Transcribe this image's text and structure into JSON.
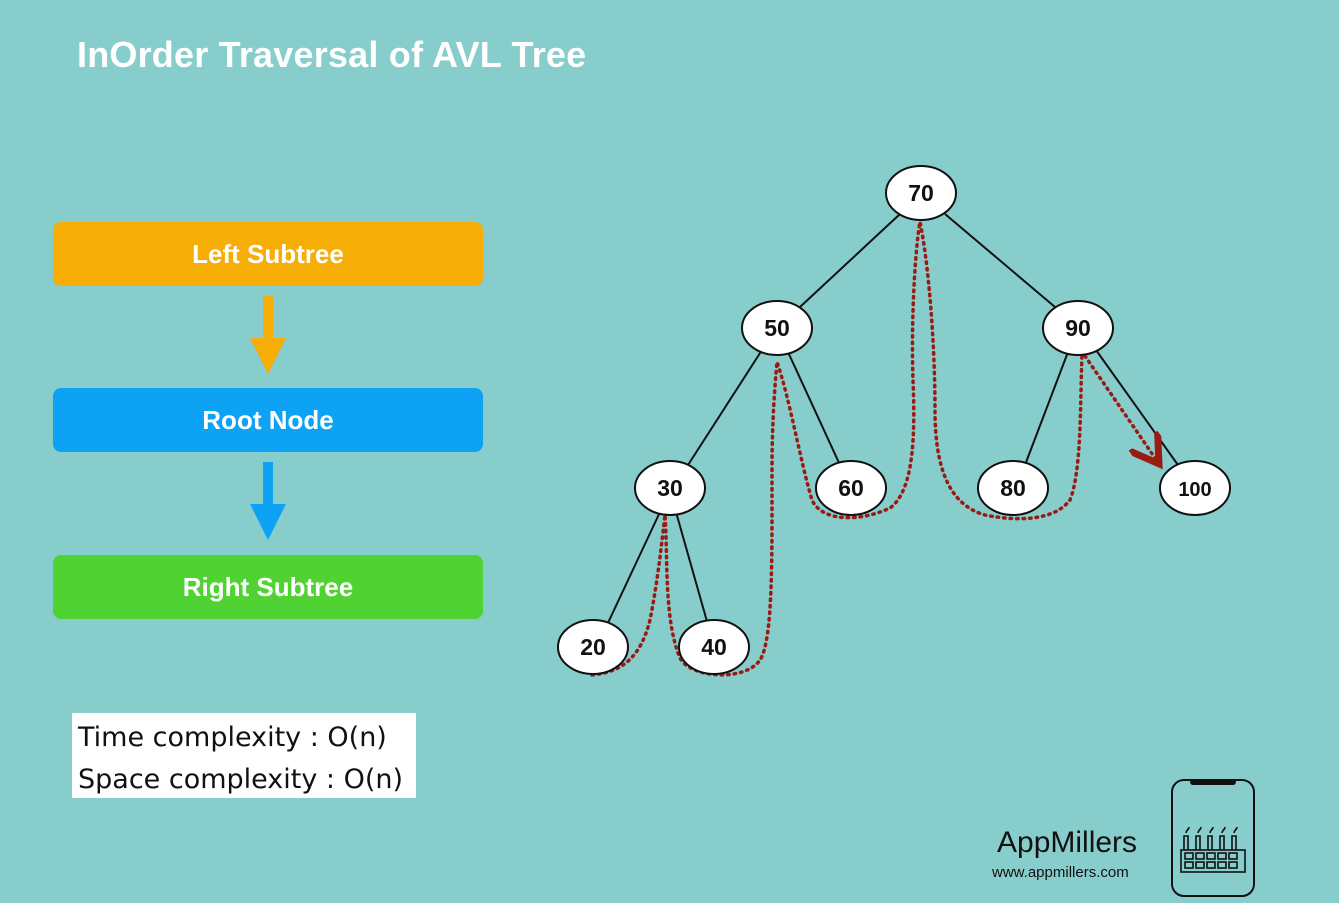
{
  "title": "InOrder Traversal of AVL Tree",
  "steps": {
    "left": "Left Subtree",
    "root": "Root Node",
    "right": "Right Subtree"
  },
  "complexity": {
    "time": "Time complexity : O(n)",
    "space": "Space complexity : O(n)"
  },
  "tree": {
    "nodes": [
      "70",
      "50",
      "90",
      "30",
      "60",
      "80",
      "100",
      "20",
      "40"
    ]
  },
  "brand": {
    "name": "AppMillers",
    "url": "www.appmillers.com"
  },
  "colors": {
    "background": "#86cdcc",
    "left_subtree": "#f6ad05",
    "root_node": "#0ea2f5",
    "right_subtree": "#50d233",
    "traversal_path": "#9b1b12"
  }
}
